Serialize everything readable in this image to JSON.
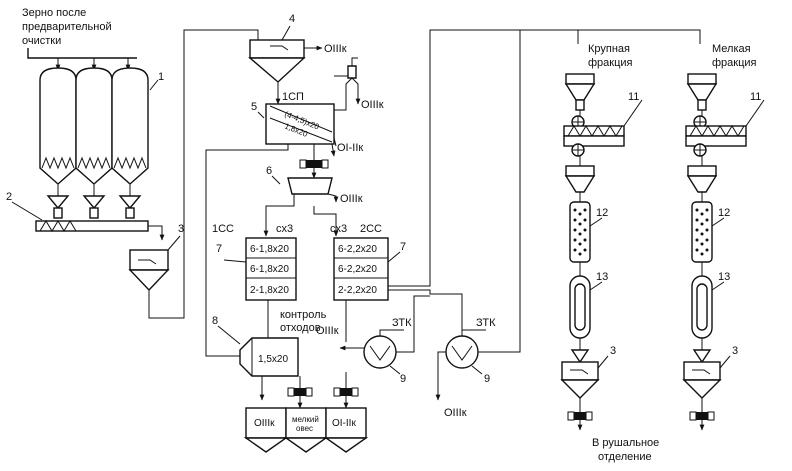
{
  "labels": {
    "grain_input": [
      "Зерно после",
      "предварительной",
      "очистки"
    ],
    "coarse_fraction": [
      "Крупная",
      "фракция"
    ],
    "fine_fraction": [
      "Мелкая",
      "фракция"
    ],
    "to_hulling": [
      "В рушальное",
      "отделение"
    ],
    "waste_control": [
      "контроль",
      "отходов"
    ],
    "o3k": "OIIIк",
    "o12k": "OI-IIк",
    "sp1": "1СП",
    "cc1": "1СС",
    "cc2": "2СС",
    "sx3": "сх3",
    "ztk": "ЗТК"
  },
  "sieves": {
    "separator": [
      "(4-4,5)х20",
      "1,8х20"
    ],
    "cc1": [
      "6-1,8х20",
      "6-1,8х20",
      "2-1,8х20"
    ],
    "cc2": [
      "6-2,2х20",
      "6-2,2х20",
      "2-2,2х20"
    ],
    "control": "1,5х20"
  },
  "bins": [
    "OIIIк",
    "мелкий",
    "овес",
    "OI-IIк"
  ],
  "numbers": [
    "1",
    "2",
    "3",
    "4",
    "5",
    "6",
    "7",
    "8",
    "9",
    "11",
    "12",
    "13"
  ]
}
